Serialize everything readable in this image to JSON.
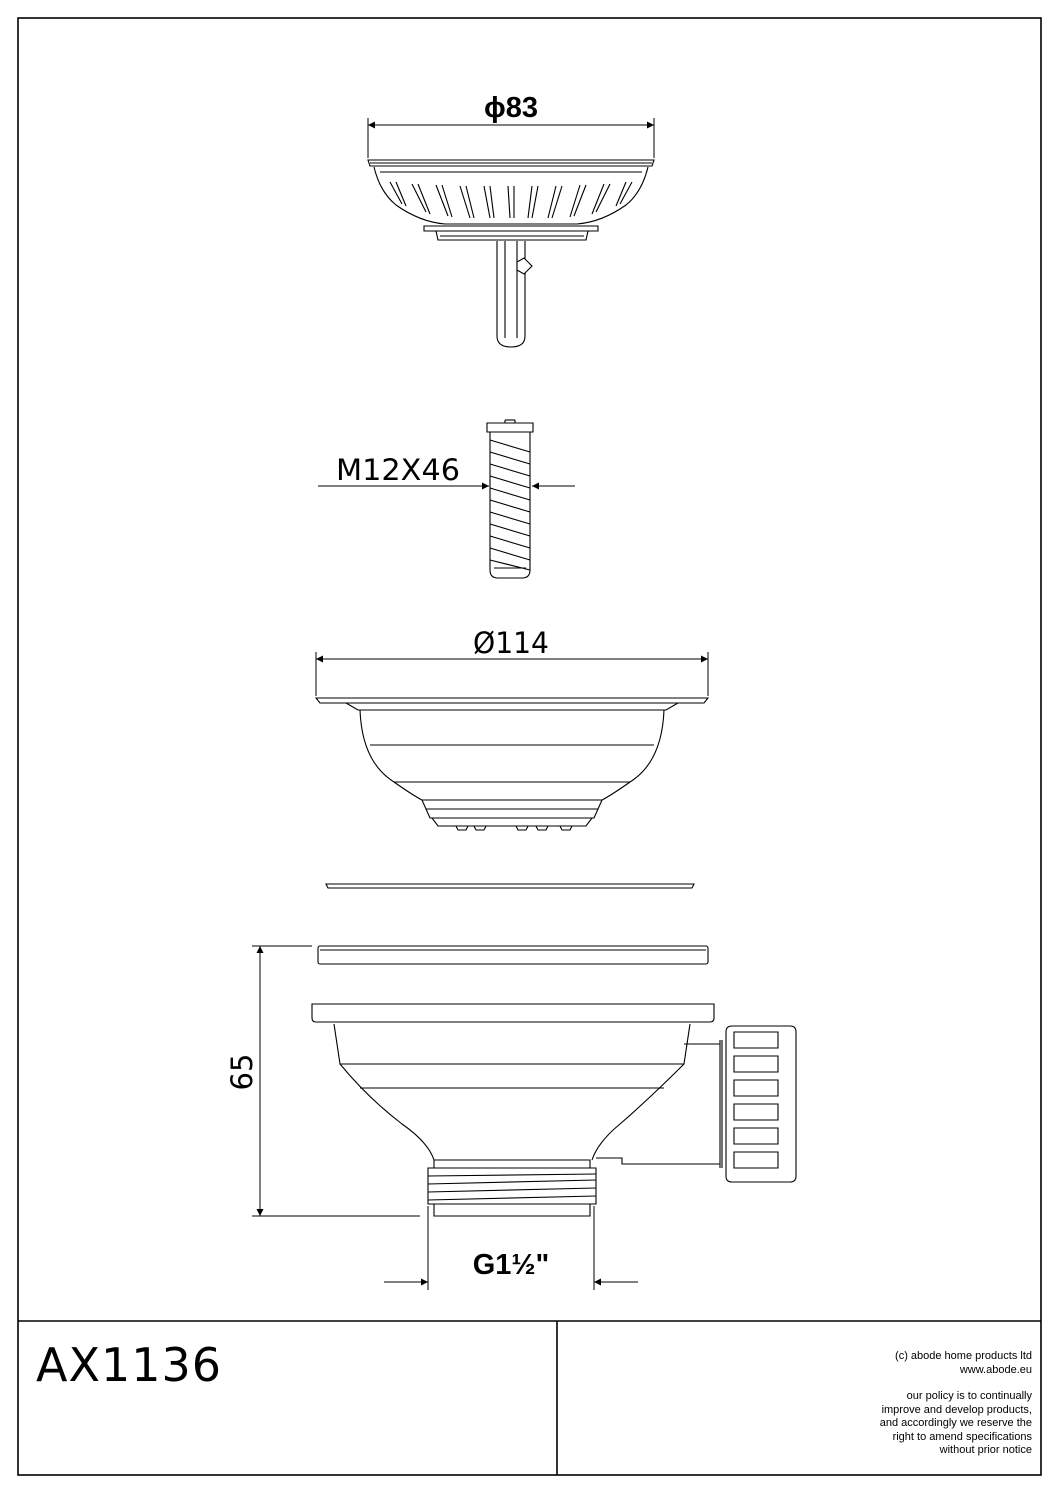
{
  "drawing": {
    "dimensions": {
      "strainer_diameter": "ϕ83",
      "screw_size": "M12X46",
      "flange_diameter": "Ø114",
      "body_height": "65",
      "outlet_thread": "G1½\""
    }
  },
  "title_block": {
    "product_code": "AX1136",
    "copyright": "(c) abode home products ltd",
    "website": "www.abode.eu",
    "policy_lines": [
      "our policy is to continually",
      "improve and develop products,",
      "and accordingly we reserve the",
      "right to amend specifications",
      "without prior notice"
    ]
  },
  "colors": {
    "line": "#000000",
    "background": "#ffffff"
  }
}
